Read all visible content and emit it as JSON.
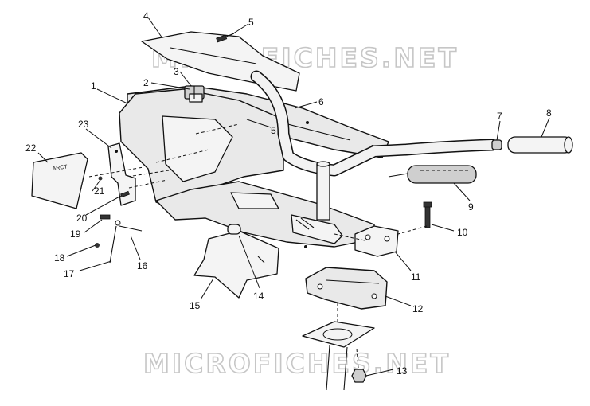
{
  "watermark": "MICROFICHES.NET",
  "callouts": {
    "c1": "1",
    "c2": "2",
    "c3": "3",
    "c4": "4",
    "c5a": "5",
    "c5b": "5",
    "c6": "6",
    "c7": "7",
    "c8": "8",
    "c9": "9",
    "c10": "10",
    "c11": "11",
    "c12": "12",
    "c13": "13",
    "c14": "14",
    "c15": "15",
    "c16": "16",
    "c17": "17",
    "c18": "18",
    "c19": "19",
    "c20": "20",
    "c21": "21",
    "c22": "22",
    "c23": "23"
  }
}
